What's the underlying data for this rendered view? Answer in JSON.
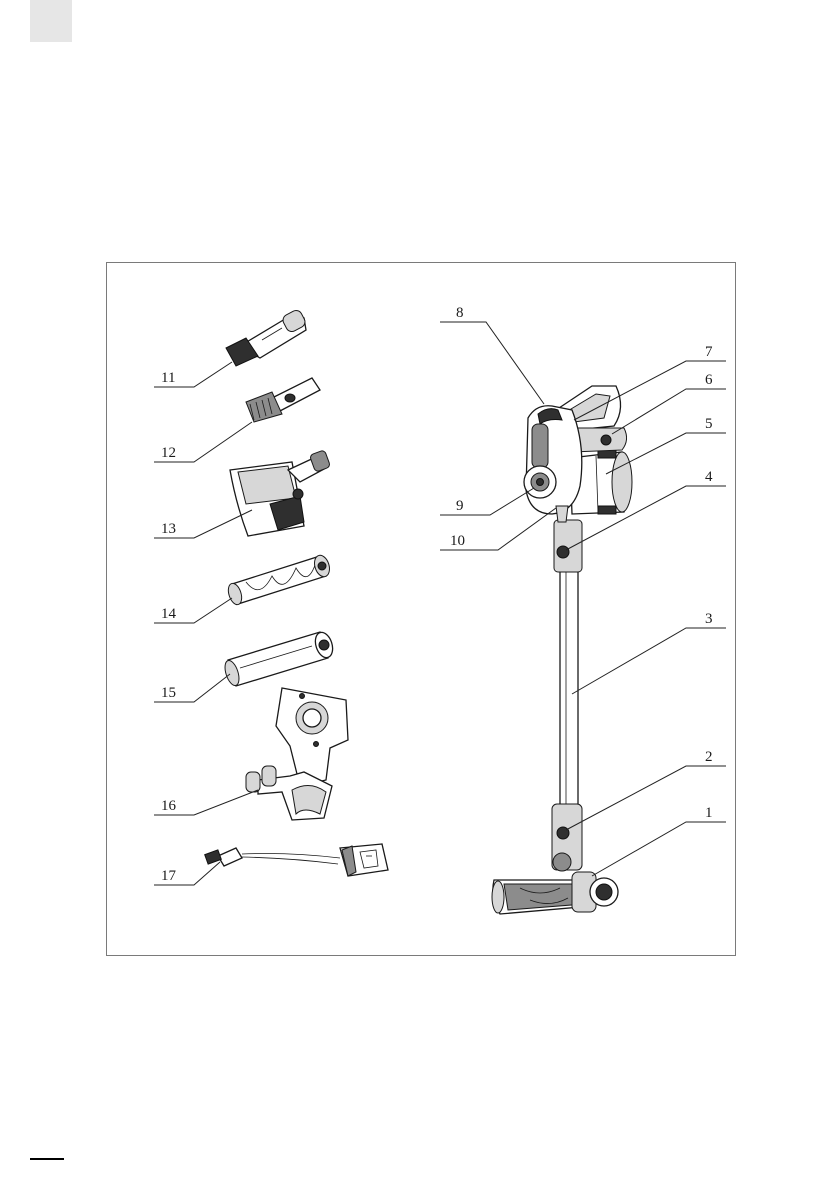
{
  "callouts": [
    {
      "number": "1"
    },
    {
      "number": "2"
    },
    {
      "number": "3"
    },
    {
      "number": "4"
    },
    {
      "number": "5"
    },
    {
      "number": "6"
    },
    {
      "number": "7"
    },
    {
      "number": "8"
    },
    {
      "number": "9"
    },
    {
      "number": "10"
    },
    {
      "number": "11"
    },
    {
      "number": "12"
    },
    {
      "number": "13"
    },
    {
      "number": "14"
    },
    {
      "number": "15"
    },
    {
      "number": "16"
    },
    {
      "number": "17"
    }
  ]
}
